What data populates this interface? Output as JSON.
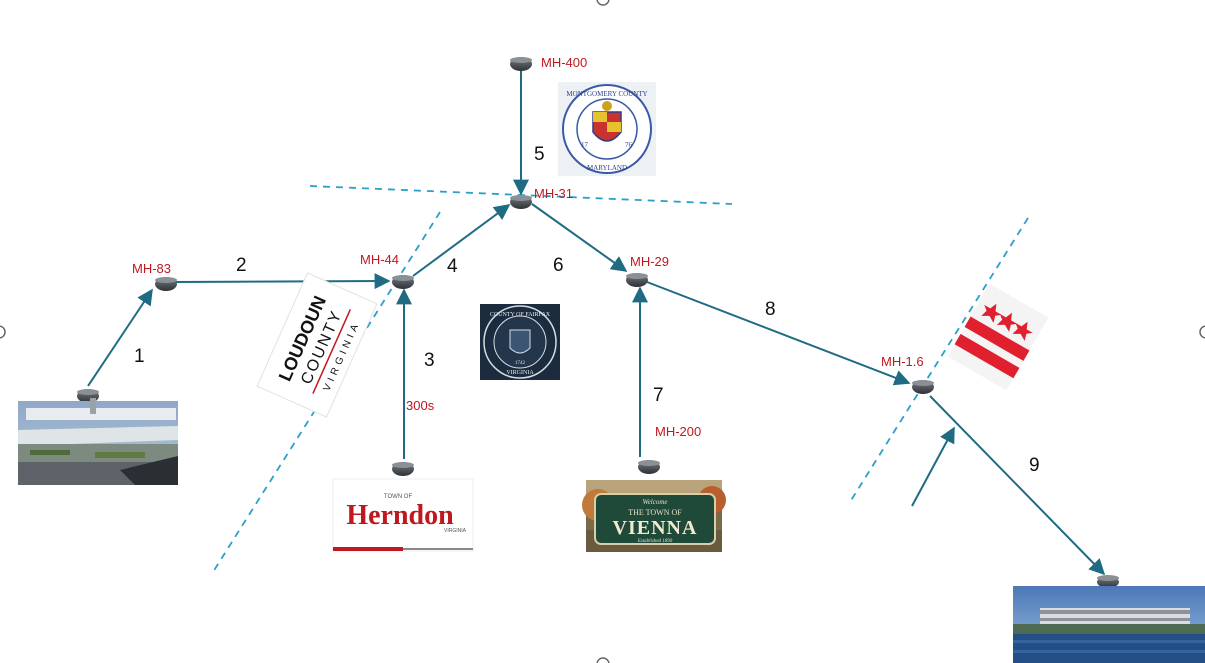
{
  "manholes": {
    "mh83": "MH-83",
    "mh44": "MH-44",
    "mh31": "MH-31",
    "mh400": "MH-400",
    "mh29": "MH-29",
    "mh200": "MH-200",
    "mh16": "MH-1.6",
    "s300": "300s"
  },
  "segments": [
    "1",
    "2",
    "3",
    "4",
    "5",
    "6",
    "7",
    "8",
    "9"
  ],
  "logos": {
    "loudoun": {
      "line1": "LOUDOUN",
      "line2": "COUNTY",
      "line3": "VIRGINIA"
    },
    "herndon": {
      "small": "TOWN OF",
      "name": "Herndon",
      "sub": "VIRGINIA"
    },
    "vienna": {
      "welcome": "Welcome",
      "line1": "THE TOWN OF",
      "line2": "VIENNA",
      "est": "Established 1890"
    },
    "montgomery": {
      "top": "MONTGOMERY COUNTY",
      "bottom": "MARYLAND",
      "y1": "17",
      "y2": "76"
    },
    "fairfax": {
      "top": "COUNTY OF FAIRFAX",
      "bottom": "VIRGINIA",
      "year": "1742"
    }
  },
  "colors": {
    "pipe": "#1f6b84",
    "boundary": "#2aa0c8",
    "label": "#c0181f",
    "dc_red": "#e0202e"
  }
}
